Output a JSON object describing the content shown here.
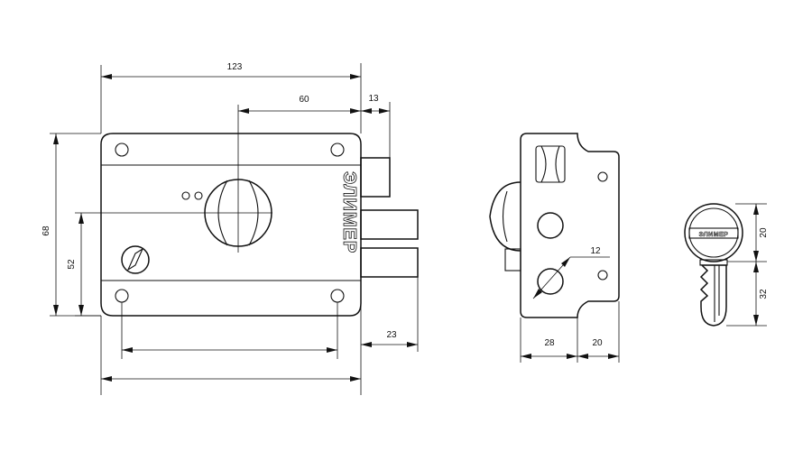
{
  "dimensions": {
    "overall_width": "123",
    "knob_offset": "60",
    "bolt_projection": "13",
    "height_outer": "68",
    "height_inner": "52",
    "bolt_length": "23",
    "cylinder_diameter": "12",
    "body_depth": "28",
    "plate_depth": "20",
    "key_head": "20",
    "key_blade": "32"
  },
  "brand": {
    "name": "ЭЛИМЕР"
  }
}
